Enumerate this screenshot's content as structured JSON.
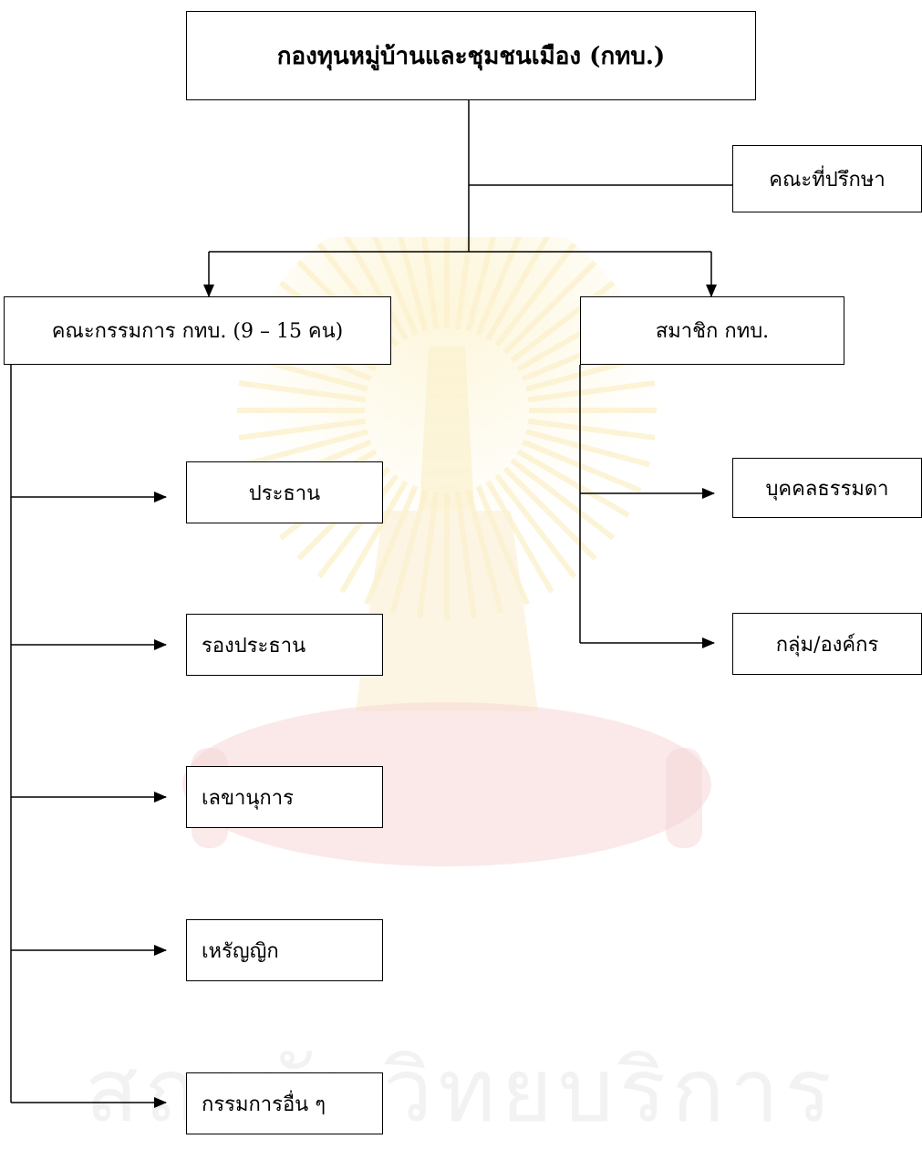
{
  "diagram": {
    "root": "กองทุนหมู่บ้านและชุมชนเมือง (กทบ.)",
    "advisor": "คณะที่ปรึกษา",
    "committee": {
      "label": "คณะกรรมการ กทบ. (9 – 15 คน)",
      "children": [
        "ประธาน",
        "รองประธาน",
        "เลขานุการ",
        "เหรัญญิก",
        "กรรมการอื่น ๆ"
      ]
    },
    "members": {
      "label": "สมาชิก กทบ.",
      "children": [
        "บุคคลธรรมดา",
        "กลุ่ม/องค์กร"
      ]
    }
  },
  "watermark": {
    "text": "สถาบันวิทยบริการ",
    "emblem": "chula-emblem-watermark",
    "color": "#f2a7a7"
  }
}
